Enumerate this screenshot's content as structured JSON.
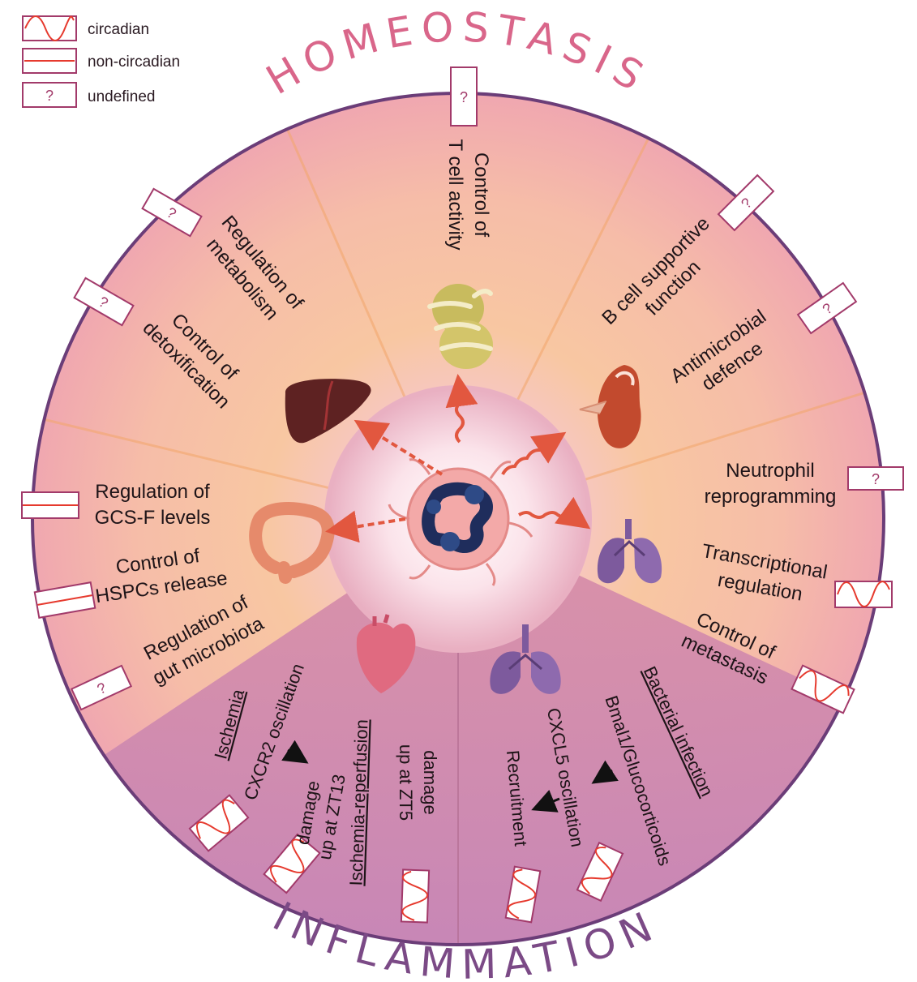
{
  "legend": [
    {
      "symbol": "circadian",
      "label": "circadian"
    },
    {
      "symbol": "non-circadian",
      "label": "non-circadian"
    },
    {
      "symbol": "undefined",
      "label": "undefined",
      "mark": "?"
    }
  ],
  "titles": {
    "top": "HOMEOSTASIS",
    "bottom": "INFLAMMATION"
  },
  "center": {
    "cell": "neutrophil"
  },
  "homeostasis": {
    "t_cell": {
      "lines": [
        "Control of",
        "T cell activity"
      ],
      "symbol": "undefined"
    },
    "b_cell": {
      "lines": [
        "B cell supportive",
        "function"
      ],
      "symbol": "undefined"
    },
    "antimicrobial": {
      "lines": [
        "Antimicrobial",
        "defence"
      ],
      "symbol": "undefined"
    },
    "neutrophil_reprog": {
      "lines": [
        "Neutrophil",
        "reprogramming"
      ],
      "symbol": "undefined"
    },
    "transcriptional": {
      "lines": [
        "Transcriptional",
        "regulation"
      ],
      "symbol": "circadian"
    },
    "metastasis": {
      "lines": [
        "Control of",
        "metastasis"
      ],
      "symbol": "circadian"
    },
    "metabolism": {
      "lines": [
        "Regulation of",
        "metabolism"
      ],
      "symbol": "undefined"
    },
    "detox": {
      "lines": [
        "Control of",
        "detoxification"
      ],
      "symbol": "undefined"
    },
    "gcsf": {
      "lines": [
        "Regulation of",
        "GCS-F levels"
      ],
      "symbol": "non-circadian"
    },
    "hspc": {
      "lines": [
        "Control of",
        "HSPCs release"
      ],
      "symbol": "non-circadian"
    },
    "microbiota": {
      "lines": [
        "Regulation of",
        "gut microbiota"
      ],
      "symbol": "undefined"
    }
  },
  "inflammation": {
    "ischemia": {
      "title": "Ischemia",
      "mechanism": "CXCR2 oscillation",
      "lines": [
        "damage",
        "up at ZT13"
      ]
    },
    "reperfusion": {
      "title": "Ischemia-reperfusion",
      "lines": [
        "damage",
        "up at ZT5"
      ]
    },
    "bacterial": {
      "title": "Bacterial infection",
      "mechanism": "Bmal1/Glucocorticoids",
      "oscillation": "CXCL5 oscillation",
      "outcome": "Recruitment"
    }
  },
  "colors": {
    "ring": "#6b3d78",
    "homeostasis_title": "#d9668a",
    "inflammation_title": "#7b4a86",
    "wave": "#e63a2e",
    "box_border": "#a23a6a",
    "arrow": "#e2573f"
  }
}
